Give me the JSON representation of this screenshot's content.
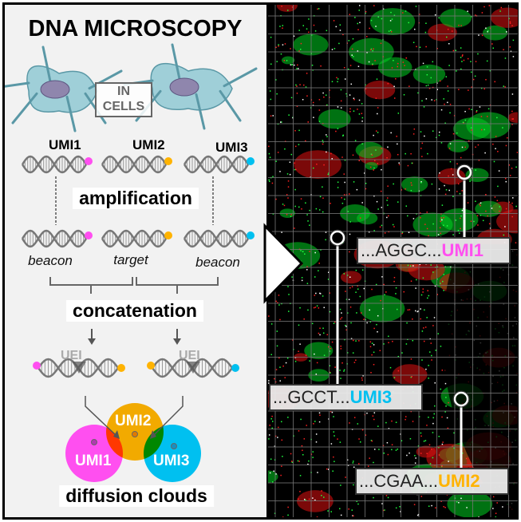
{
  "title": "DNA MICROSCOPY",
  "cells_label": "IN\nCELLS",
  "umis": [
    {
      "label": "UMI1",
      "color": "#ff4ff0"
    },
    {
      "label": "UMI2",
      "color": "#ffb300"
    },
    {
      "label": "UMI3",
      "color": "#00c0f0"
    }
  ],
  "steps": {
    "amplification": "amplification",
    "concatenation": "concatenation",
    "diffusion": "diffusion clouds"
  },
  "roles": [
    "beacon",
    "target",
    "beacon"
  ],
  "uei_label": "UEI",
  "callouts": [
    {
      "seq": "...AGGC...",
      "umi": "UMI1",
      "color": "#ff4ff0"
    },
    {
      "seq": "...GCCT...",
      "umi": "UMI3",
      "color": "#00c0f0"
    },
    {
      "seq": "...CGAA...",
      "umi": "UMI2",
      "color": "#ffb300"
    }
  ]
}
